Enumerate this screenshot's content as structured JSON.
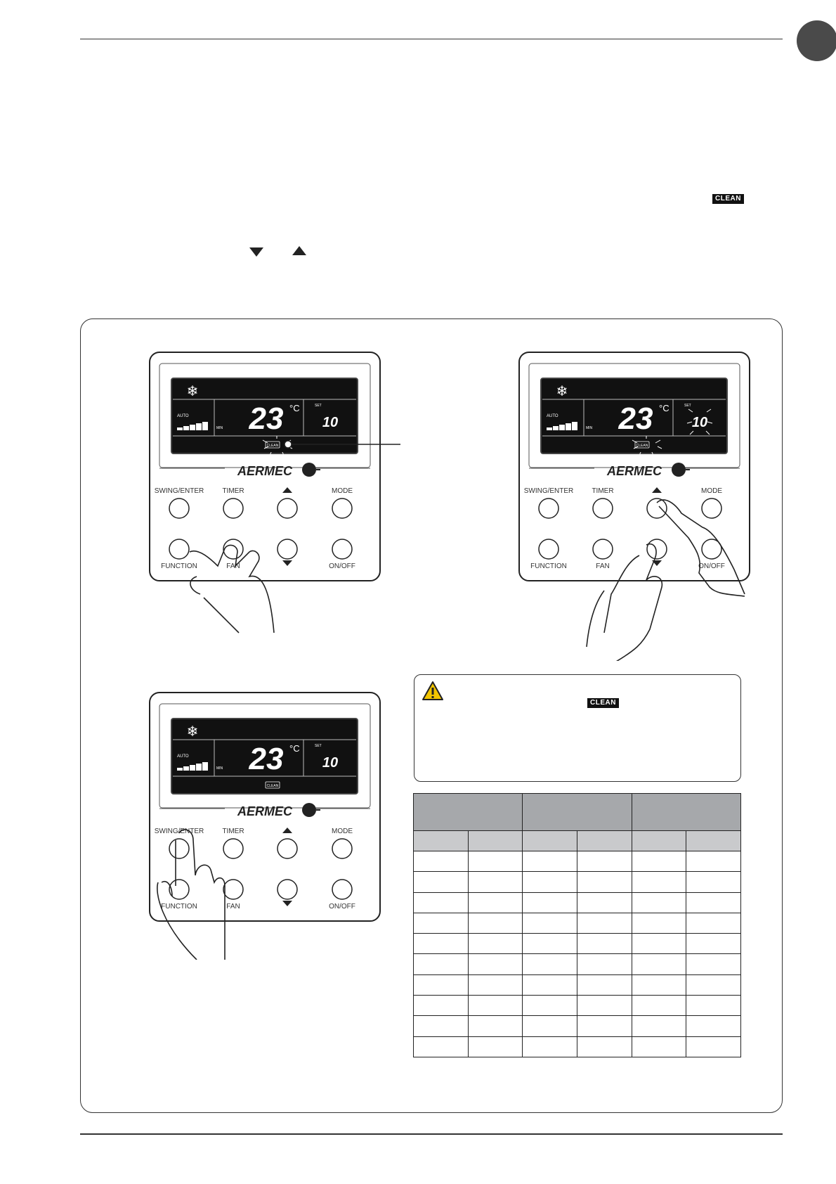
{
  "header": {
    "page_badge_color": "#4a4a4a"
  },
  "inline_badges": {
    "clean_label": "CLEAN"
  },
  "arrow_icons": [
    "arrow-down-icon",
    "arrow-up-icon"
  ],
  "remote": {
    "brand": "AERMEC",
    "temperature": "23",
    "unit": "°C",
    "set_label": "SET",
    "set_value": "10",
    "auto_label": "AUTO",
    "min_label": "MIN",
    "clean_label": "CLEAN",
    "buttons_top": [
      "SWING/ENTER",
      "TIMER",
      "▲",
      "MODE"
    ],
    "buttons_bottom": [
      "FUNCTION",
      "FAN",
      "▼",
      "ON/OFF"
    ],
    "lcd_color": "#111111"
  },
  "warning": {
    "clean_label": "CLEAN",
    "icon": "warning-icon",
    "icon_color": "#f2c500"
  },
  "table": {
    "group_color": "#a6a8ab",
    "sub_color": "#c9cacc",
    "groups": [
      "",
      "",
      ""
    ],
    "subheaders": [
      "",
      "",
      "",
      "",
      "",
      ""
    ],
    "rows": [
      [
        "",
        "",
        "",
        "",
        "",
        ""
      ],
      [
        "",
        "",
        "",
        "",
        "",
        ""
      ],
      [
        "",
        "",
        "",
        "",
        "",
        ""
      ],
      [
        "",
        "",
        "",
        "",
        "",
        ""
      ],
      [
        "",
        "",
        "",
        "",
        "",
        ""
      ],
      [
        "",
        "",
        "",
        "",
        "",
        ""
      ],
      [
        "",
        "",
        "",
        "",
        "",
        ""
      ],
      [
        "",
        "",
        "",
        "",
        "",
        ""
      ],
      [
        "",
        "",
        "",
        "",
        "",
        ""
      ],
      [
        "",
        "",
        "",
        "",
        "",
        ""
      ]
    ]
  }
}
